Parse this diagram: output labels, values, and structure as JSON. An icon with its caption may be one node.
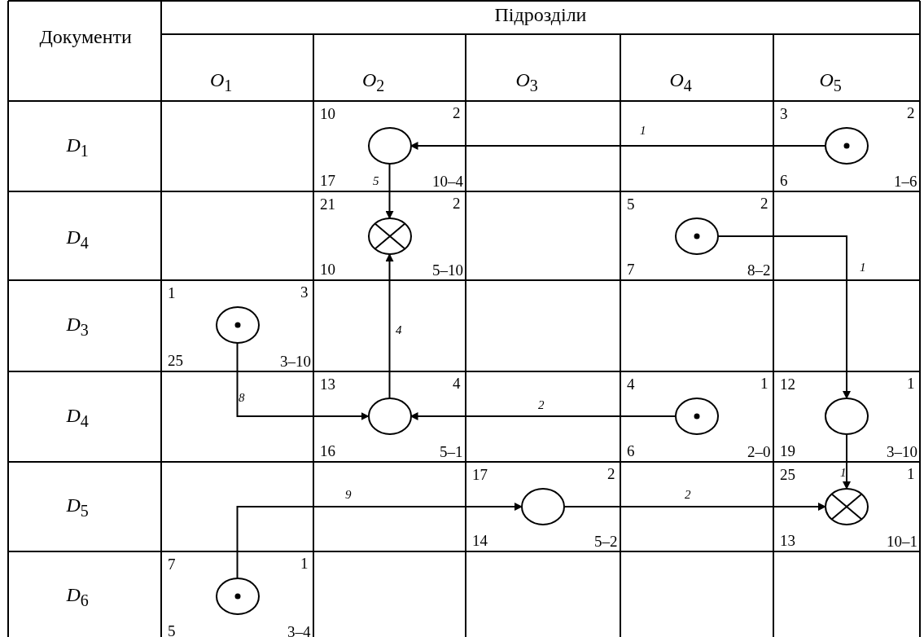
{
  "diagram": {
    "nodes": [
      {
        "text": [],
        "shape": "circle",
        "beside": [
          "10",
          "2",
          "17",
          "10–4"
        ]
      },
      {
        "text": [],
        "shape": "circle",
        "beside": [
          "3",
          "2",
          "6",
          "1–6"
        ]
      },
      {
        "text": [],
        "shape": "circle",
        "beside": [
          "21",
          "2",
          "10",
          "5–10"
        ]
      },
      {
        "text": [],
        "shape": "circle",
        "beside": [
          "5",
          "2",
          "7",
          "8–2"
        ]
      },
      {
        "text": [],
        "shape": "circle",
        "beside": [
          "1",
          "3",
          "25",
          "3–10"
        ]
      },
      {
        "text": [],
        "shape": "circle",
        "beside": [
          "13",
          "4",
          "16",
          "5–1"
        ]
      },
      {
        "text": [],
        "shape": "circle",
        "beside": [
          "4",
          "1",
          "6",
          "2–0"
        ]
      },
      {
        "text": [],
        "shape": "circle",
        "beside": [
          "12",
          "1",
          "19",
          "3–10"
        ]
      },
      {
        "text": [],
        "shape": "circle",
        "beside": [
          "17",
          "2",
          "14",
          "5–2"
        ]
      },
      {
        "text": [],
        "shape": "circle",
        "beside": [
          "25",
          "1",
          "13",
          "10–1"
        ]
      },
      {
        "text": [],
        "shape": "circle",
        "beside": [
          "7",
          "1",
          "5",
          "3–4"
        ]
      }
    ],
    "edges": [
      {
        "from": 1,
        "to": 0,
        "arrow": "to",
        "label": "1"
      },
      {
        "from": 0,
        "to": 2,
        "arrow": "to",
        "label": "5"
      },
      {
        "from": 5,
        "to": 2,
        "arrow": "to",
        "label": "4"
      },
      {
        "from": 4,
        "to": 5,
        "arrow": "to",
        "label": "8"
      },
      {
        "from": 6,
        "to": 5,
        "arrow": "to",
        "label": "2"
      },
      {
        "from": 3,
        "to": 7,
        "arrow": "to",
        "label": "1"
      },
      {
        "from": 7,
        "to": 9,
        "arrow": "to",
        "label": "1"
      },
      {
        "from": 10,
        "to": 8,
        "arrow": "to",
        "label": "9"
      },
      {
        "from": 8,
        "to": 9,
        "arrow": "to",
        "label": "2"
      }
    ],
    "labels": [
      "Документи",
      "Підрозділи",
      "*O*$_{1}$",
      "*O*$_{2}$",
      "*O*$_{3}$",
      "*O*$_{4}$",
      "*O*$_{5}$",
      "*D*$_{1}$",
      "*D*$_{4}$",
      "*D*$_{3}$",
      "*D*$_{4}$",
      "*D*$_{5}$",
      "*D*$_{6}$"
    ]
  }
}
